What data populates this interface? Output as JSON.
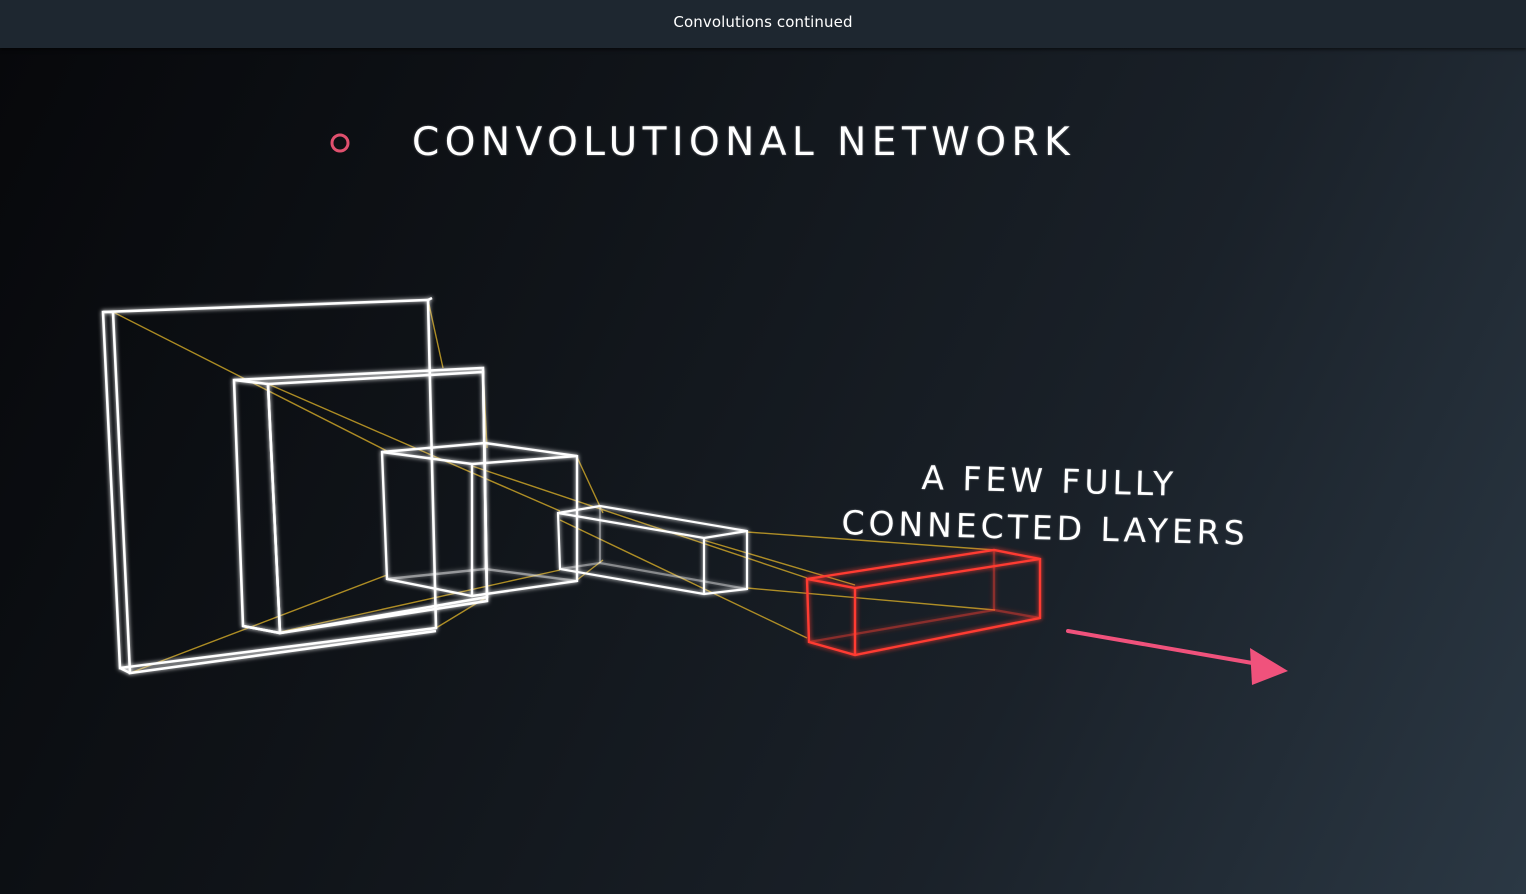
{
  "window": {
    "title": "Convolutions continued"
  },
  "slide": {
    "title": "CONVOLUTIONAL NETWORK",
    "fc_label_line1": "A FEW FULLY",
    "fc_label_line2": "CONNECTED LAYERS"
  },
  "icons": {
    "bullet": "circle-bullet-icon",
    "arrow": "arrow-right-icon"
  },
  "colors": {
    "title_bar": "#1e2730",
    "bullet": "#e0506e",
    "wireframe": "#ffffff",
    "connector": "#c9a227",
    "fc_layer": "#ff3b30",
    "arrow": "#f0527c"
  }
}
